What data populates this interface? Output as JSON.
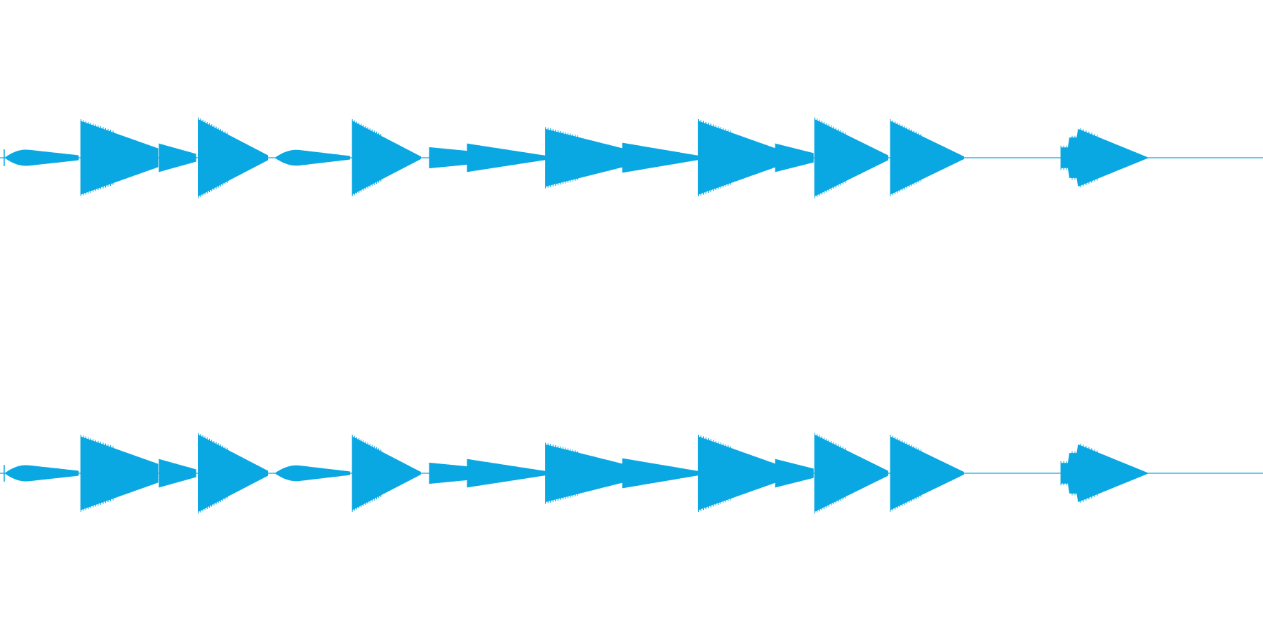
{
  "waveform": {
    "color": "#0aa8e2",
    "background": "#ffffff",
    "channels": [
      "left",
      "right"
    ],
    "duration_fraction_active": 0.91,
    "bursts": [
      {
        "start": 0.004,
        "end": 0.062,
        "amp_start": 0.28,
        "amp_end": 0.06,
        "shape": "fade-in-out"
      },
      {
        "start": 0.064,
        "end": 0.125,
        "amp_start": 1.0,
        "amp_end": 0.25,
        "shape": "decay"
      },
      {
        "start": 0.126,
        "end": 0.155,
        "amp_start": 0.38,
        "amp_end": 0.1,
        "shape": "decay"
      },
      {
        "start": 0.157,
        "end": 0.212,
        "amp_start": 1.05,
        "amp_end": 0.06,
        "shape": "decay"
      },
      {
        "start": 0.218,
        "end": 0.277,
        "amp_start": 0.28,
        "amp_end": 0.04,
        "shape": "fade-in-out"
      },
      {
        "start": 0.279,
        "end": 0.333,
        "amp_start": 1.0,
        "amp_end": 0.03,
        "shape": "decay"
      },
      {
        "start": 0.34,
        "end": 0.37,
        "amp_start": 0.28,
        "amp_end": 0.18,
        "shape": "flat"
      },
      {
        "start": 0.37,
        "end": 0.432,
        "amp_start": 0.38,
        "amp_end": 0.05,
        "shape": "decay"
      },
      {
        "start": 0.432,
        "end": 0.493,
        "amp_start": 0.78,
        "amp_end": 0.25,
        "shape": "decay"
      },
      {
        "start": 0.493,
        "end": 0.553,
        "amp_start": 0.4,
        "amp_end": 0.05,
        "shape": "decay"
      },
      {
        "start": 0.553,
        "end": 0.614,
        "amp_start": 1.0,
        "amp_end": 0.25,
        "shape": "decay"
      },
      {
        "start": 0.614,
        "end": 0.644,
        "amp_start": 0.38,
        "amp_end": 0.12,
        "shape": "decay"
      },
      {
        "start": 0.645,
        "end": 0.703,
        "amp_start": 1.05,
        "amp_end": 0.06,
        "shape": "decay"
      },
      {
        "start": 0.705,
        "end": 0.763,
        "amp_start": 1.0,
        "amp_end": 0.03,
        "shape": "decay"
      },
      {
        "start": 0.84,
        "end": 0.909,
        "amp_start": 0.78,
        "amp_end": 0.0,
        "shape": "stepped-decay"
      }
    ]
  }
}
